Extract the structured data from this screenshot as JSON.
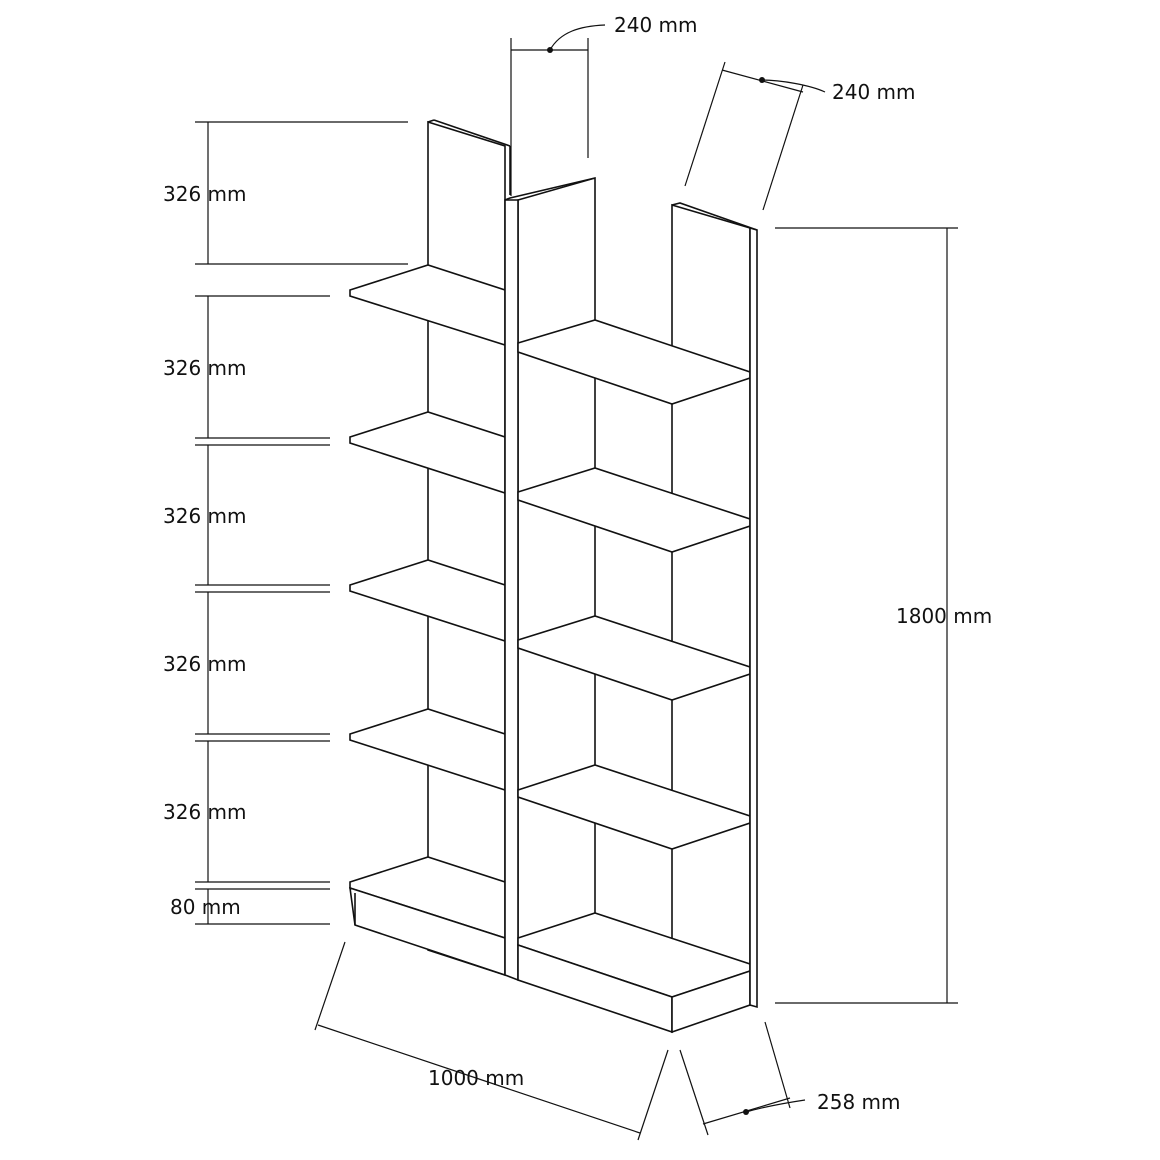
{
  "dimensions": {
    "top_depth": "240 mm",
    "top_width": "240 mm",
    "shelf_1": "326 mm",
    "shelf_2": "326 mm",
    "shelf_3": "326 mm",
    "shelf_4": "326 mm",
    "shelf_5": "326 mm",
    "plinth": "80 mm",
    "total_height": "1800 mm",
    "total_width": "1000 mm",
    "depth": "258 mm"
  },
  "colors": {
    "line": "#111111",
    "background": "#ffffff"
  }
}
